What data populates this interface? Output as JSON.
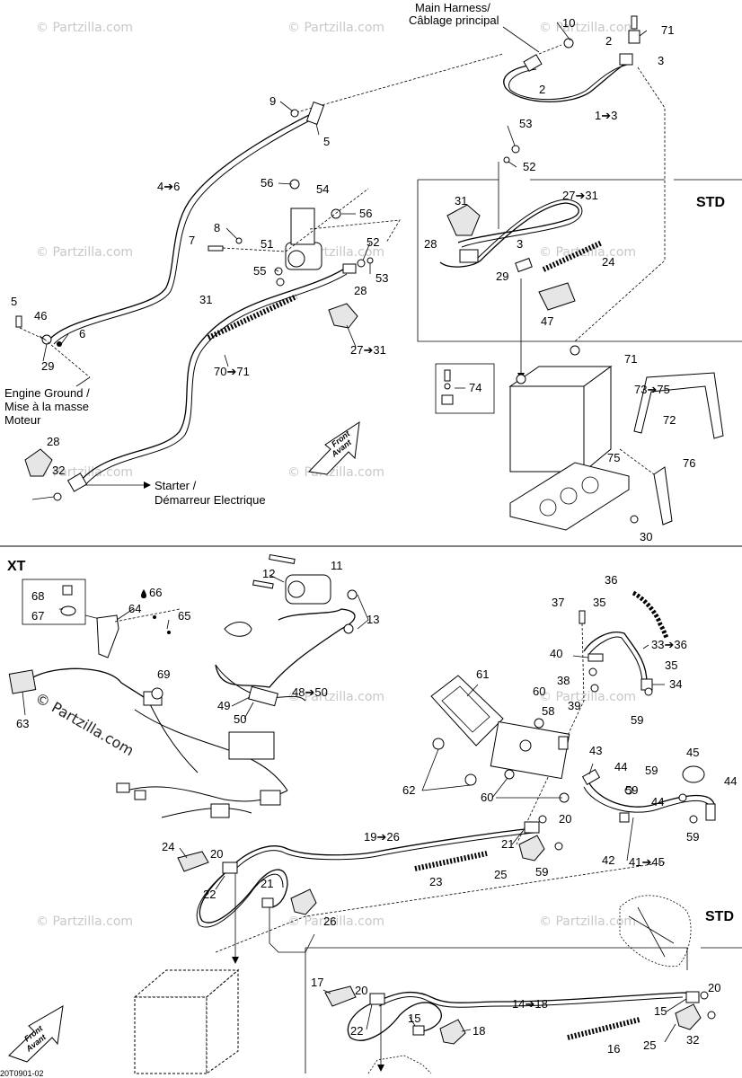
{
  "sections": {
    "std_top": "STD",
    "xt": "XT",
    "std_bottom": "STD"
  },
  "notes": {
    "main_harness_1": "Main Harness/",
    "main_harness_2": "Câblage principal",
    "ground_1": "Engine Ground /",
    "ground_2": "Mise à la masse",
    "ground_3": "Moteur",
    "starter_1": "Starter /",
    "starter_2": "Démarreur Electrique",
    "front_1": "Front",
    "front_2": "Avant",
    "drawing_code": "20T0901-02"
  },
  "watermark": {
    "text": "© Partzilla.com",
    "logo": "© Partzilla.com"
  },
  "callouts_top": [
    "10",
    "71",
    "2",
    "3",
    "2",
    "1➔3",
    "9",
    "5",
    "53",
    "52",
    "4➔6",
    "56",
    "54",
    "56",
    "8",
    "7",
    "51",
    "52",
    "53",
    "55",
    "28",
    "31",
    "27➔31",
    "28",
    "3",
    "29",
    "24",
    "47",
    "5",
    "46",
    "6",
    "29",
    "31",
    "27➔31",
    "70➔71",
    "71",
    "74",
    "73➔75",
    "72",
    "75",
    "76",
    "30",
    "28",
    "32"
  ],
  "callouts_bottom": [
    "11",
    "12",
    "13",
    "68",
    "67",
    "66",
    "64",
    "65",
    "69",
    "63",
    "49",
    "48➔50",
    "50",
    "36",
    "37",
    "35",
    "33➔36",
    "40",
    "35",
    "38",
    "34",
    "39",
    "59",
    "61",
    "60",
    "58",
    "43",
    "44",
    "45",
    "59",
    "44",
    "62",
    "60",
    "59",
    "44",
    "59",
    "19➔26",
    "20",
    "21",
    "42",
    "41➔45",
    "23",
    "25",
    "59",
    "24",
    "20",
    "22",
    "21",
    "26",
    "17",
    "20",
    "22",
    "15",
    "18",
    "14➔18",
    "20",
    "15",
    "16",
    "25",
    "32"
  ],
  "icons": {
    "oil_drop": "oil-drop-icon",
    "front_arrow": "front-arrow-icon"
  }
}
